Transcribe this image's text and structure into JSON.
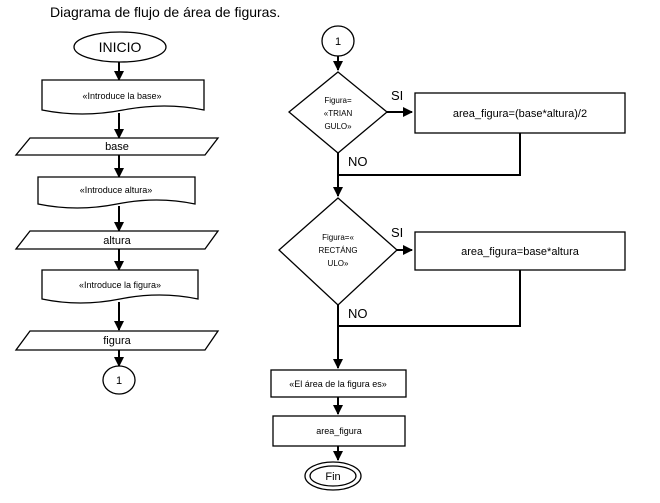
{
  "title": "Diagrama de flujo de área de figuras.",
  "left_column": {
    "start": "INICIO",
    "process_base": "«Introduce la base»",
    "data_base": "base",
    "process_altura": "«Introduce altura»",
    "data_altura": "altura",
    "process_figura": "«Introduce la figura»",
    "data_figura": "figura",
    "connector": "1"
  },
  "right_column": {
    "connector": "1",
    "decision_triangulo": [
      "Figura=",
      "«TRIAN",
      "GULO»"
    ],
    "yes_1": "SI",
    "no_1": "NO",
    "formula_triangulo": "area_figura=(base*altura)/2",
    "decision_rectangulo": [
      "Figura=«",
      "RECTÁNG",
      "ULO»"
    ],
    "yes_2": "SI",
    "no_2": "NO",
    "formula_rectangulo": "area_figura=base*altura",
    "output_message": "«El área de la figura es»",
    "output_value": "area_figura",
    "end": "Fin"
  }
}
